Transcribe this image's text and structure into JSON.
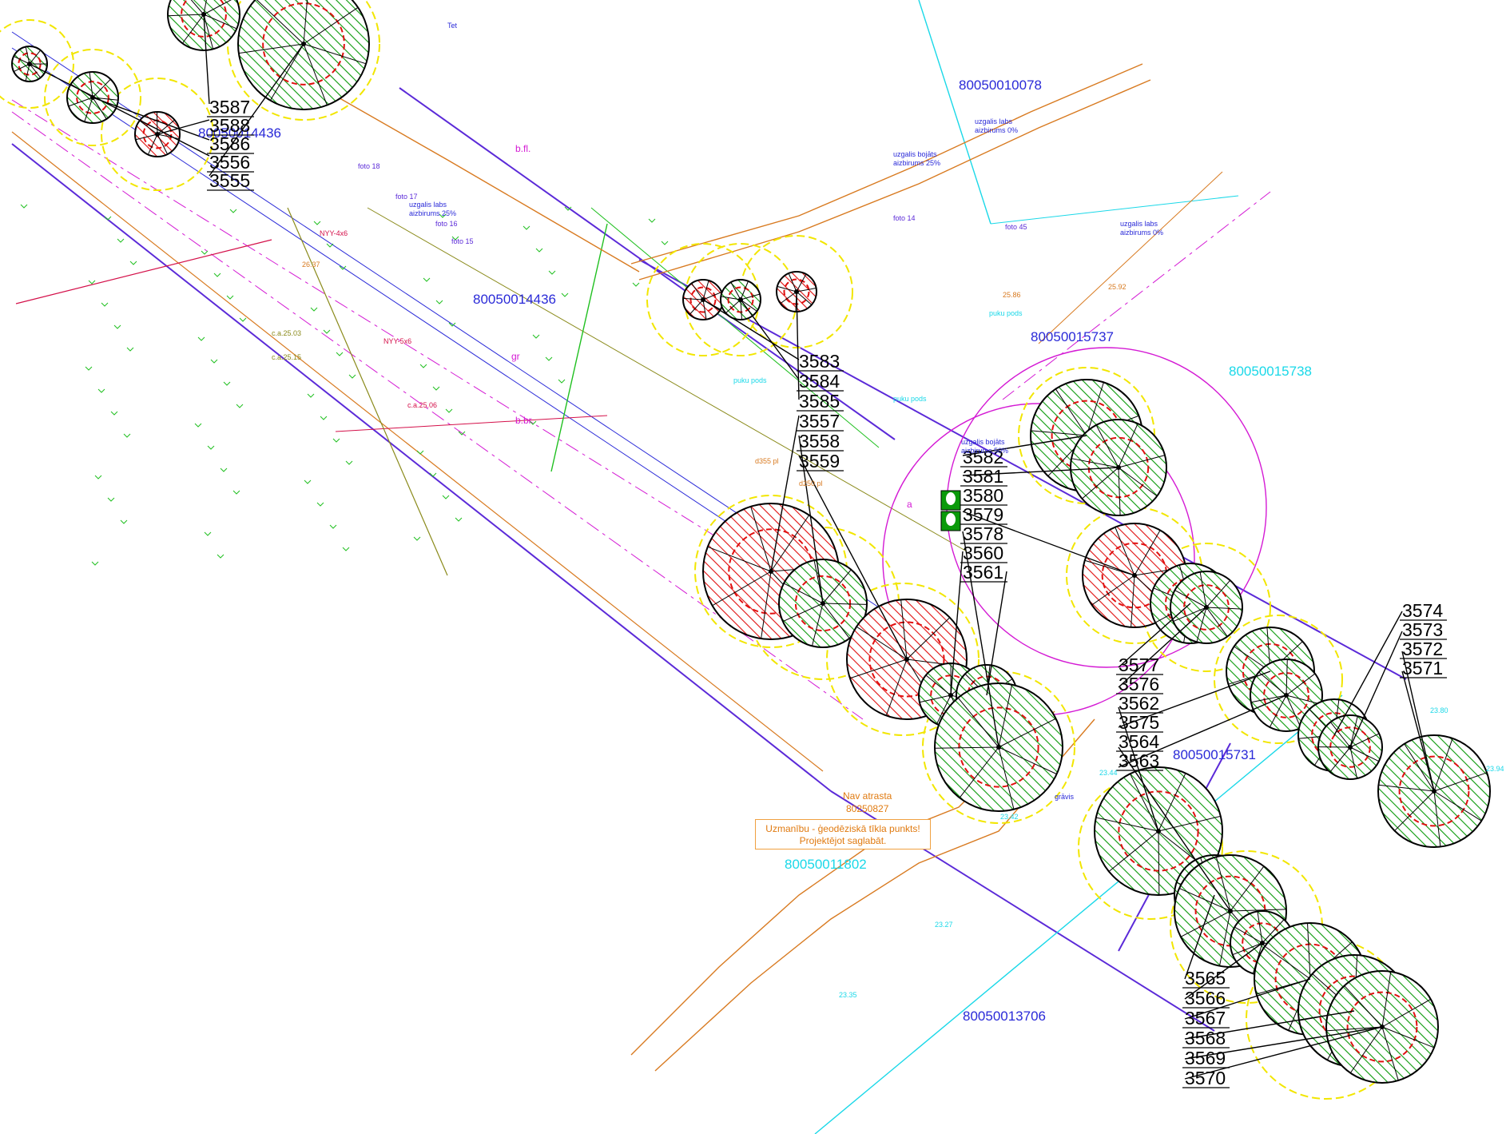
{
  "colors": {
    "boundary": "#5b2ad8",
    "parcel_blue": "#2a2ad8",
    "parcel_cyan": "#1ad8e8",
    "tree_green": "#0a9a0a",
    "tree_red": "#e01010",
    "crown_yellow": "#f2e600",
    "magenta": "#d41ad4",
    "orange": "#d87a20",
    "olive": "#8a8a1a",
    "cable_red": "#d4104a"
  },
  "parcels": [
    {
      "id": "p1",
      "label": "80050014436"
    },
    {
      "id": "p2",
      "label": "80050014436"
    },
    {
      "id": "p3",
      "label": "80050010078"
    },
    {
      "id": "p4",
      "label": "80050015737"
    },
    {
      "id": "p5",
      "label": "80050015738"
    },
    {
      "id": "p6",
      "label": "80050015731"
    },
    {
      "id": "p7",
      "label": "80050011802"
    },
    {
      "id": "p8",
      "label": "80050013706"
    }
  ],
  "tree_tags": {
    "group_a": [
      "3587",
      "3588",
      "3586",
      "3556",
      "3555"
    ],
    "group_b": [
      "3583",
      "3584",
      "3585",
      "3557",
      "3558",
      "3559"
    ],
    "group_c": [
      "3582",
      "3581",
      "3580",
      "3579",
      "3578",
      "3560",
      "3561"
    ],
    "group_d": [
      "3577",
      "3576",
      "3562",
      "3575",
      "3564",
      "3563"
    ],
    "group_e": [
      "3574",
      "3573",
      "3572",
      "3571"
    ],
    "group_f": [
      "3565",
      "3566",
      "3567",
      "3568",
      "3569",
      "3570"
    ]
  },
  "notes": {
    "warning_line1": "Uzmanību - ģeodēziskā tīkla punkts!",
    "warning_line2": "Projektējot saglabāt.",
    "nav_line1": "Nav atrasta",
    "nav_line2": "80250827"
  },
  "annotations": [
    {
      "text": "uzgalis labs"
    },
    {
      "text": "aizbirums 0%"
    },
    {
      "text": "uzgalis bojāts"
    },
    {
      "text": "aizbirums 25%"
    },
    {
      "text": "uzgalis labs"
    },
    {
      "text": "aizbirums 25%"
    },
    {
      "text": "uzgalis labs"
    },
    {
      "text": "aizbirums 0%"
    },
    {
      "text": "uzgalis bojāts"
    },
    {
      "text": "aizbirums 50%"
    },
    {
      "text": "foto 14"
    },
    {
      "text": "foto 15"
    },
    {
      "text": "foto 16"
    },
    {
      "text": "foto 17"
    },
    {
      "text": "foto 18"
    },
    {
      "text": "foto 45"
    },
    {
      "text": "puku pods"
    },
    {
      "text": "puku pods"
    },
    {
      "text": "puku pods"
    },
    {
      "text": "b.br."
    },
    {
      "text": "b.fl."
    },
    {
      "text": "gr"
    },
    {
      "text": "a"
    },
    {
      "text": "Tet"
    },
    {
      "text": "grāvis"
    },
    {
      "text": "d250 pl"
    },
    {
      "text": "d355 pl"
    },
    {
      "text": "c.a.25.15"
    },
    {
      "text": "c.a.25.03"
    },
    {
      "text": "c.a.25.06"
    },
    {
      "text": "NYY-5x6"
    },
    {
      "text": "NYY-4x6"
    },
    {
      "text": "26.37"
    },
    {
      "text": "25.86"
    },
    {
      "text": "25.92"
    },
    {
      "text": "23.44"
    },
    {
      "text": "23.42"
    },
    {
      "text": "23.35"
    },
    {
      "text": "23.27"
    },
    {
      "text": "23.94"
    },
    {
      "text": "23.80"
    }
  ]
}
